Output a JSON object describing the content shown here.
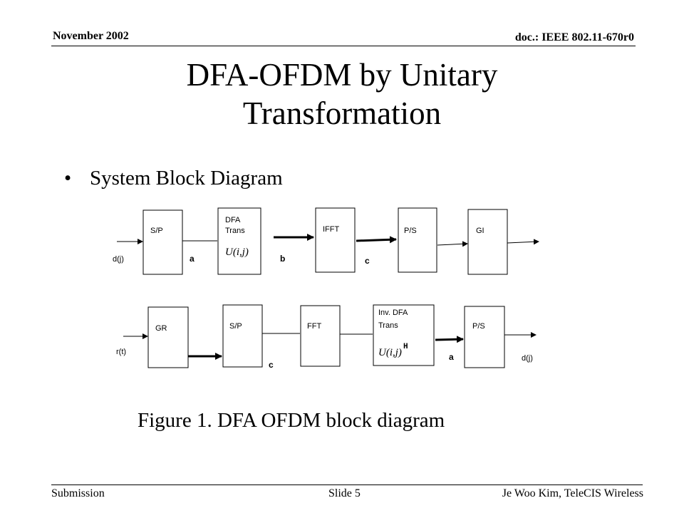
{
  "header": {
    "date": "November 2002",
    "doc": "doc.: IEEE 802.11-670r0"
  },
  "title": {
    "line1": "DFA-OFDM by Unitary",
    "line2": "Transformation"
  },
  "bullet": {
    "dot": "•",
    "text": "System Block Diagram"
  },
  "diagram": {
    "tx": {
      "blocks": [
        "S/P",
        "DFA",
        "Trans",
        "IFFT",
        "P/S",
        "GI"
      ],
      "transform": "U(i,j)",
      "input": "d(j)",
      "signals": [
        "a",
        "b",
        "c"
      ]
    },
    "rx": {
      "blocks": [
        "GR",
        "S/P",
        "FFT",
        "Inv. DFA",
        "Trans",
        "P/S"
      ],
      "transform": "U(i,j)",
      "transform_sup": "H",
      "input": "r(t)",
      "output": "d(j)",
      "signals": [
        "c",
        "a"
      ]
    }
  },
  "caption": "Figure 1. DFA OFDM block diagram",
  "footer": {
    "left": "Submission",
    "center": "Slide 5",
    "right": "Je Woo Kim, TeleCIS Wireless"
  }
}
